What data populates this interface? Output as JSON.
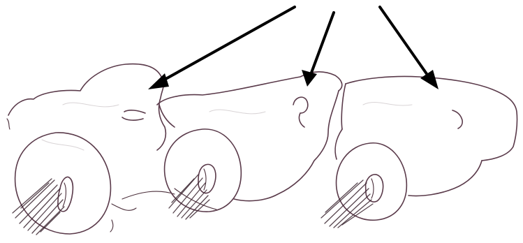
{
  "sketch": {
    "stroke_color": "#5a3a4a",
    "arrow_color": "#000000",
    "background": "#ffffff",
    "figures": [
      {
        "name": "specimen-left"
      },
      {
        "name": "specimen-middle"
      },
      {
        "name": "specimen-right"
      }
    ],
    "arrows": [
      {
        "name": "arrow-left"
      },
      {
        "name": "arrow-middle"
      },
      {
        "name": "arrow-right"
      }
    ]
  }
}
